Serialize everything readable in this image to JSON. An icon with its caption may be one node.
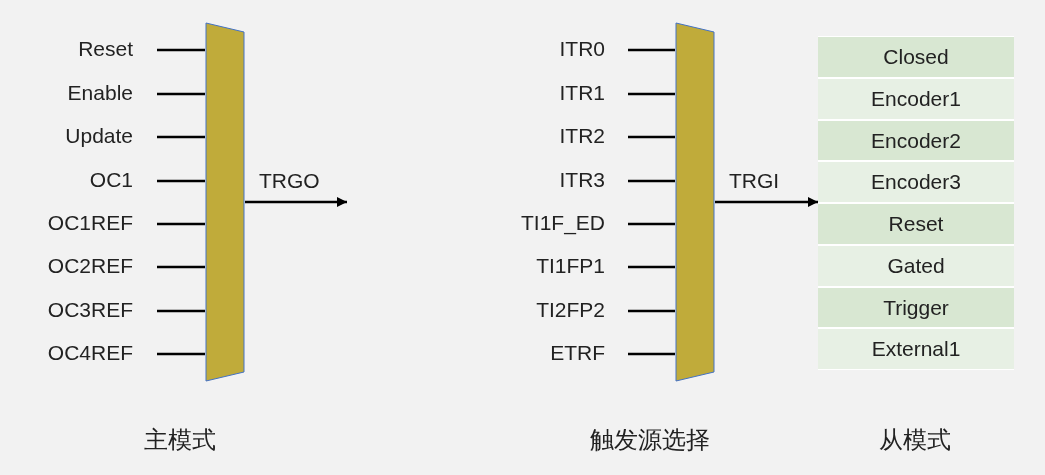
{
  "diagram": {
    "nodes": [
      {
        "text": [
          "Reset"
        ]
      },
      {
        "text": [
          "Enable"
        ]
      },
      {
        "text": [
          "Update"
        ]
      },
      {
        "text": [
          "OC1"
        ]
      },
      {
        "text": [
          "OC1REF"
        ]
      },
      {
        "text": [
          "OC2REF"
        ]
      },
      {
        "text": [
          "OC3REF"
        ]
      },
      {
        "text": [
          "OC4REF"
        ]
      },
      {
        "text": [],
        "shape": "trapezoid"
      },
      {
        "text": [
          "ITR0"
        ]
      },
      {
        "text": [
          "ITR1"
        ]
      },
      {
        "text": [
          "ITR2"
        ]
      },
      {
        "text": [
          "ITR3"
        ]
      },
      {
        "text": [
          "TI1F_ED"
        ]
      },
      {
        "text": [
          "TI1FP1"
        ]
      },
      {
        "text": [
          "TI2FP2"
        ]
      },
      {
        "text": [
          "ETRF"
        ]
      },
      {
        "text": [],
        "shape": "trapezoid"
      },
      {
        "text": [],
        "shape": "box"
      },
      {
        "text": [
          "Closed"
        ],
        "in": 18
      },
      {
        "text": [
          "Encoder1"
        ],
        "in": 18
      },
      {
        "text": [
          "Encoder2"
        ],
        "in": 18
      },
      {
        "text": [
          "Encoder3"
        ],
        "in": 18
      },
      {
        "text": [
          "Reset"
        ],
        "in": 18
      },
      {
        "text": [
          "Gated"
        ],
        "in": 18
      },
      {
        "text": [
          "Trigger"
        ],
        "in": 18
      },
      {
        "text": [
          "External1"
        ],
        "in": 18
      }
    ],
    "edges": [
      {
        "from": 0,
        "to": 8,
        "arrow": "none"
      },
      {
        "from": 1,
        "to": 8,
        "arrow": "none"
      },
      {
        "from": 2,
        "to": 8,
        "arrow": "none"
      },
      {
        "from": 3,
        "to": 8,
        "arrow": "none"
      },
      {
        "from": 4,
        "to": 8,
        "arrow": "none"
      },
      {
        "from": 5,
        "to": 8,
        "arrow": "none"
      },
      {
        "from": 6,
        "to": 8,
        "arrow": "none"
      },
      {
        "from": 7,
        "to": 8,
        "arrow": "none"
      },
      {
        "from": 8,
        "to": null,
        "arrow": "to",
        "label": "TRGO"
      },
      {
        "from": 9,
        "to": 17,
        "arrow": "none"
      },
      {
        "from": 10,
        "to": 17,
        "arrow": "none"
      },
      {
        "from": 11,
        "to": 17,
        "arrow": "none"
      },
      {
        "from": 12,
        "to": 17,
        "arrow": "none"
      },
      {
        "from": 13,
        "to": 17,
        "arrow": "none"
      },
      {
        "from": 14,
        "to": 17,
        "arrow": "none"
      },
      {
        "from": 15,
        "to": 17,
        "arrow": "none"
      },
      {
        "from": 16,
        "to": 17,
        "arrow": "none"
      },
      {
        "from": 17,
        "to": 18,
        "arrow": "to",
        "label": "TRGI"
      }
    ],
    "labels": [
      "主模式",
      "触发源选择",
      "从模式"
    ]
  }
}
